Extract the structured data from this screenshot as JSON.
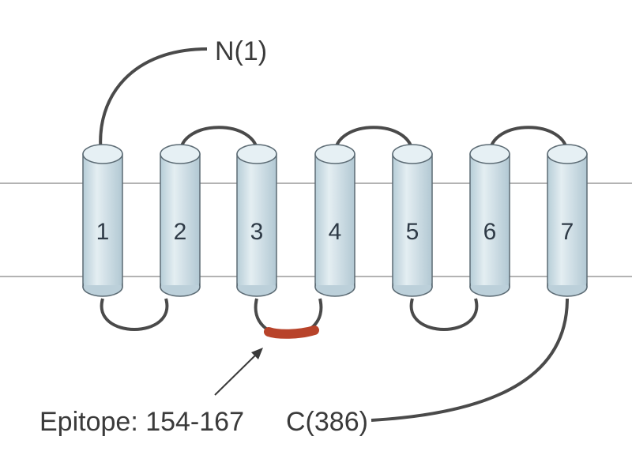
{
  "diagram": {
    "n_terminus_label": "N(1)",
    "c_terminus_label": "C(386)",
    "epitope_label": "Epitope: 154-167",
    "helices": [
      {
        "label": "1"
      },
      {
        "label": "2"
      },
      {
        "label": "3"
      },
      {
        "label": "4"
      },
      {
        "label": "5"
      },
      {
        "label": "6"
      },
      {
        "label": "7"
      }
    ],
    "colors": {
      "helix_fill": "#cfe0e8",
      "helix_top": "#e6f0f4",
      "helix_stroke": "#5c6b74",
      "loop": "#4a4a4a",
      "membrane_line": "#9a9a9a",
      "epitope": "#b8432a",
      "text": "#3a3a3a"
    }
  }
}
